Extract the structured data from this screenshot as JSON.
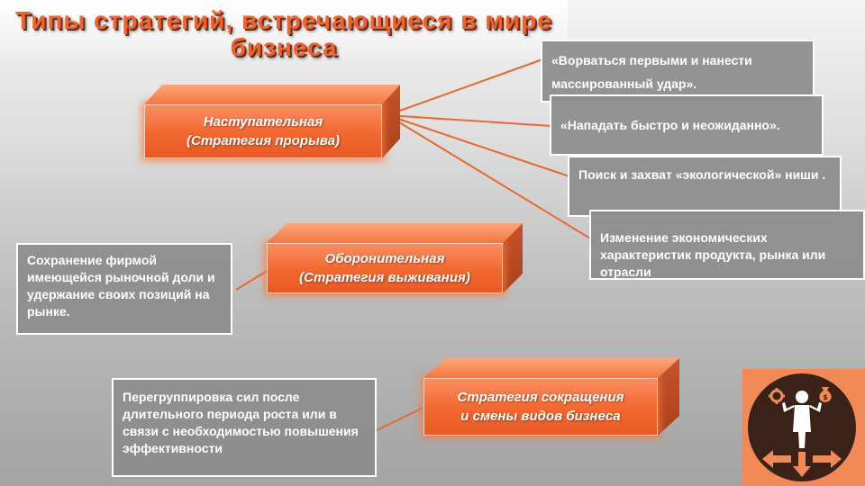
{
  "title": "Типы стратегий, встречающиеся в мире бизнеса",
  "strategies": [
    {
      "label": "Наступательная\n(Стратегия прорыва)"
    },
    {
      "label": "Оборонительная\n(Стратегия выживания)"
    },
    {
      "label": "Стратегия сокращения\nи смены видов бизнеса"
    }
  ],
  "offensive_details": [
    "«Ворваться первыми и нанести массированный удар».",
    "«Нападать быстро и неожиданно».",
    "Поиск и захват «экологической» ниши .",
    "Изменение экономических характеристик продукта, рынка или отрасли"
  ],
  "defensive_detail": "Сохранение фирмой имеющейся рыночной доли и удержание своих позиций на рынке.",
  "reduction_detail": "Перегруппировка сил после длительного периода роста или в связи с необходимостью повышения эффективности",
  "colors": {
    "accent": "#f0632c",
    "connector": "#e8692f",
    "box_fill": "#8c8c8c",
    "icon_dark": "#3b2219"
  },
  "icons": [
    "businessman-choice-icon",
    "gear-icon",
    "money-bag-icon",
    "arrows-icon"
  ]
}
